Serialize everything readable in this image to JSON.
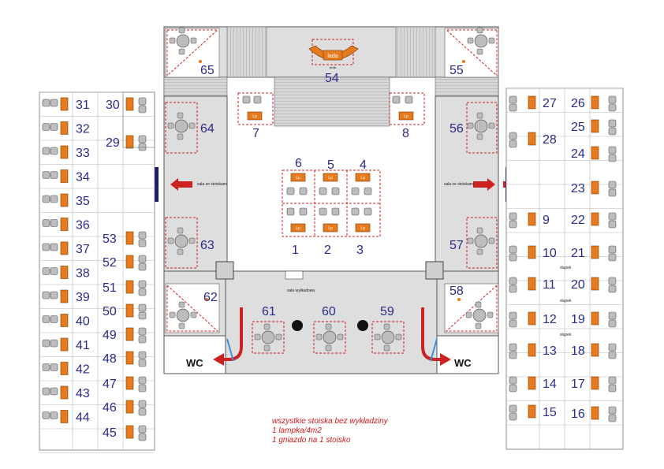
{
  "colors": {
    "floor": "#dcdcdc",
    "wall": "#9a9a9a",
    "grid": "#b8b8b8",
    "stand_border": "#cc2222",
    "table": "#e87a1e",
    "chair": "#bdbdbd",
    "number": "#2a2a8a",
    "arrow_red": "#cc2222",
    "arrow_blue": "#3a8fd8",
    "door": "#1a1a6a",
    "note": "#d41818"
  },
  "icons": {
    "table": "orange-rectangle",
    "chair": "grey-rounded-square",
    "round_table": "grey-circle",
    "lamp": "yellow-dot",
    "socket": "dark-dot",
    "exit": "red-arrow"
  },
  "labels": {
    "table_code": "Lp",
    "stage_label": "lada",
    "stage_sublabel": "stolik",
    "hall_left": "sala ze stoiskami",
    "hall_right": "sala ze stoiskami",
    "lecture_room": "sala wykładowa",
    "pillar": "słupek",
    "wc_left": "WC",
    "wc_right": "WC"
  },
  "notes": [
    "wszystkie stoiska bez wykładziny",
    "1 lampka/4m2",
    "1 gniazdo na 1 stoisko"
  ],
  "stands": {
    "s1": "1",
    "s2": "2",
    "s3": "3",
    "s4": "4",
    "s5": "5",
    "s6": "6",
    "s7": "7",
    "s8": "8",
    "s9": "9",
    "s10": "10",
    "s11": "11",
    "s12": "12",
    "s13": "13",
    "s14": "14",
    "s15": "15",
    "s16": "16",
    "s17": "17",
    "s18": "18",
    "s19": "19",
    "s20": "20",
    "s21": "21",
    "s22": "22",
    "s23": "23",
    "s24": "24",
    "s25": "25",
    "s26": "26",
    "s27": "27",
    "s28": "28",
    "s29": "29",
    "s30": "30",
    "s31": "31",
    "s32": "32",
    "s33": "33",
    "s34": "34",
    "s35": "35",
    "s36": "36",
    "s37": "37",
    "s38": "38",
    "s39": "39",
    "s40": "40",
    "s41": "41",
    "s42": "42",
    "s43": "43",
    "s44": "44",
    "s45": "45",
    "s46": "46",
    "s47": "47",
    "s48": "48",
    "s49": "49",
    "s50": "50",
    "s51": "51",
    "s52": "52",
    "s53": "53",
    "s54": "54",
    "s55": "55",
    "s56": "56",
    "s57": "57",
    "s58": "58",
    "s59": "59",
    "s60": "60",
    "s61": "61",
    "s62": "62",
    "s63": "63",
    "s64": "64",
    "s65": "65"
  }
}
